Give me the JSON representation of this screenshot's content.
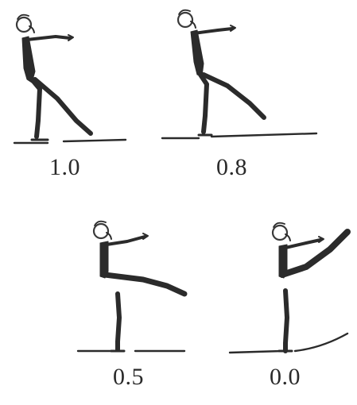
{
  "figures": [
    {
      "id": "fig-1",
      "score_label": "1.0"
    },
    {
      "id": "fig-2",
      "score_label": "0.8"
    },
    {
      "id": "fig-3",
      "score_label": "0.5"
    },
    {
      "id": "fig-4",
      "score_label": "0.0"
    }
  ]
}
